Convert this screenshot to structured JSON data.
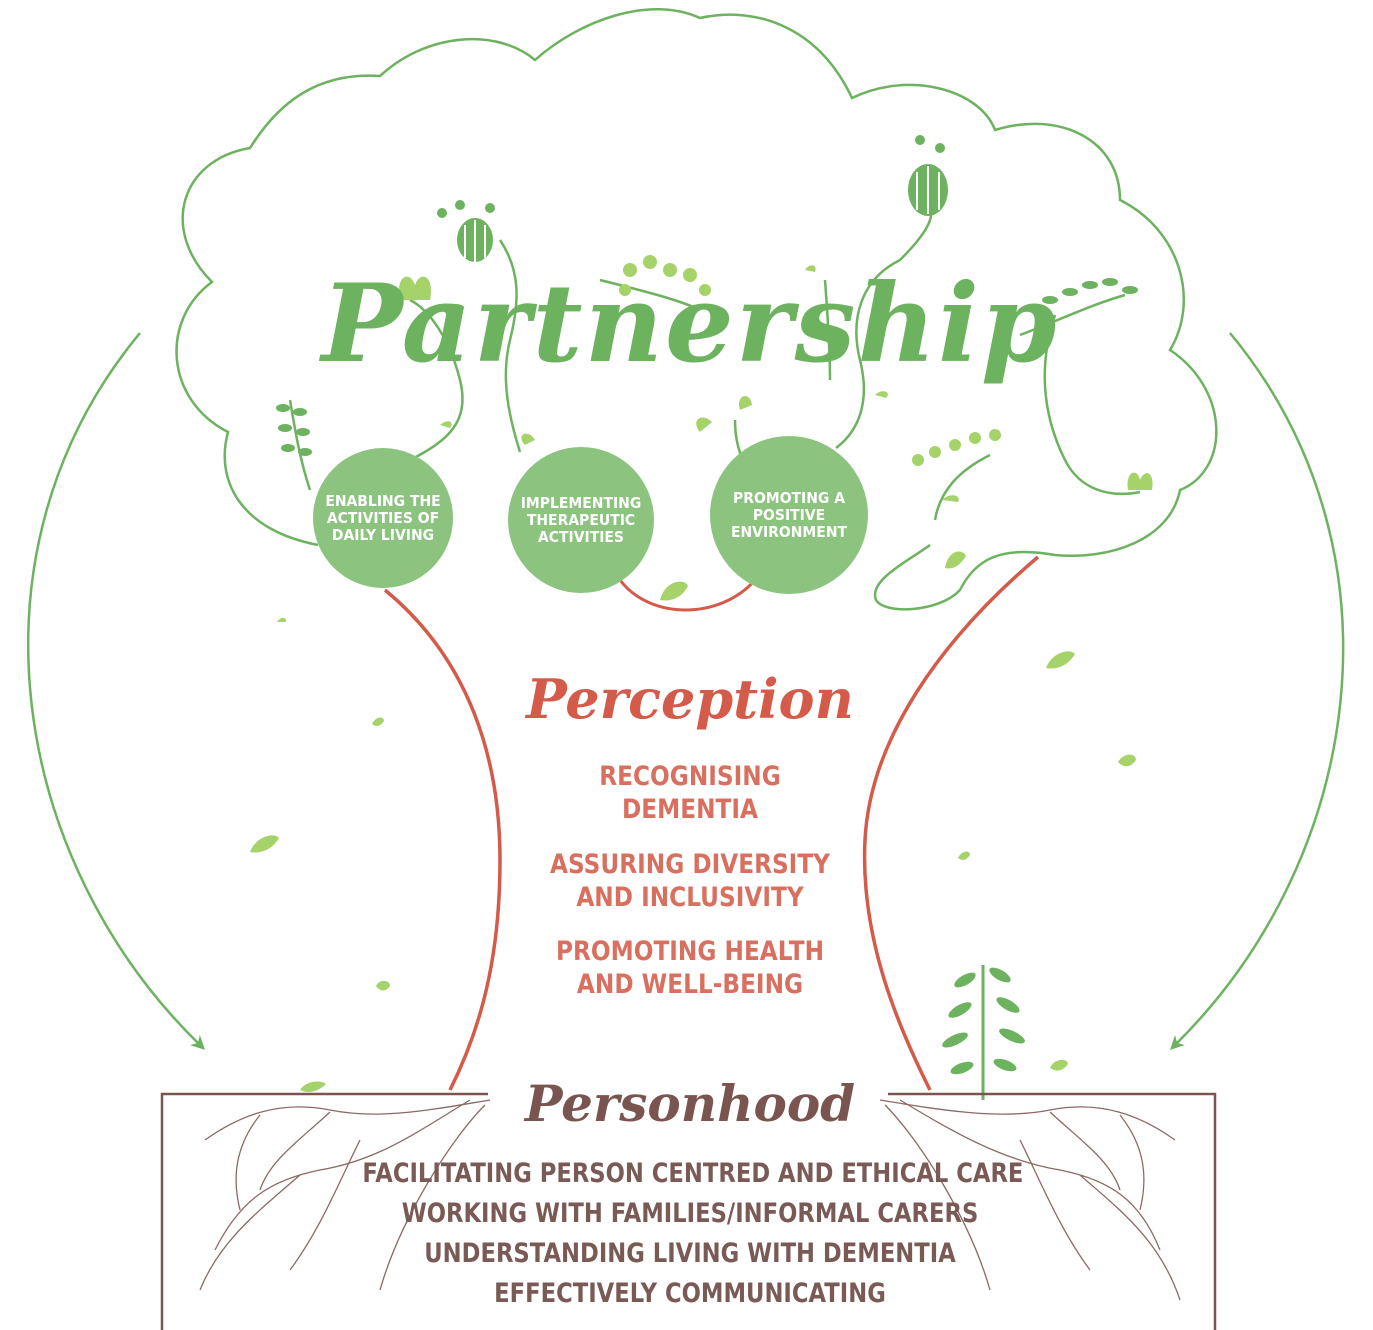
{
  "diagram": {
    "partnership": {
      "title": "Partnership",
      "circles": [
        {
          "label": "ENABLING THE\nACTIVITIES OF\nDAILY LIVING"
        },
        {
          "label": "IMPLEMENTING\nTHERAPEUTIC\nACTIVITIES"
        },
        {
          "label": "PROMOTING A\nPOSITIVE\nENVIRONMENT"
        }
      ]
    },
    "perception": {
      "title": "Perception",
      "items": [
        {
          "label": "RECOGNISING\nDEMENTIA"
        },
        {
          "label": "ASSURING DIVERSITY\nAND INCLUSIVITY"
        },
        {
          "label": "PROMOTING HEALTH\nAND WELL-BEING"
        }
      ]
    },
    "personhood": {
      "title": "Personhood",
      "items": [
        {
          "label": "FACILITATING PERSON CENTRED AND ETHICAL CARE"
        },
        {
          "label": "WORKING WITH FAMILIES/INFORMAL CARERS"
        },
        {
          "label": "UNDERSTANDING LIVING WITH DEMENTIA"
        },
        {
          "label": "EFFECTIVELY COMMUNICATING"
        }
      ]
    }
  },
  "colors": {
    "green": "#6cb25f",
    "circle_fill": "#8cc47f",
    "leaf_light": "#a5d36a",
    "trunk_red": "#d45a4a",
    "perception_text": "#d9705f",
    "root_brown": "#7a5550",
    "personhood_text": "#7a5a55"
  }
}
